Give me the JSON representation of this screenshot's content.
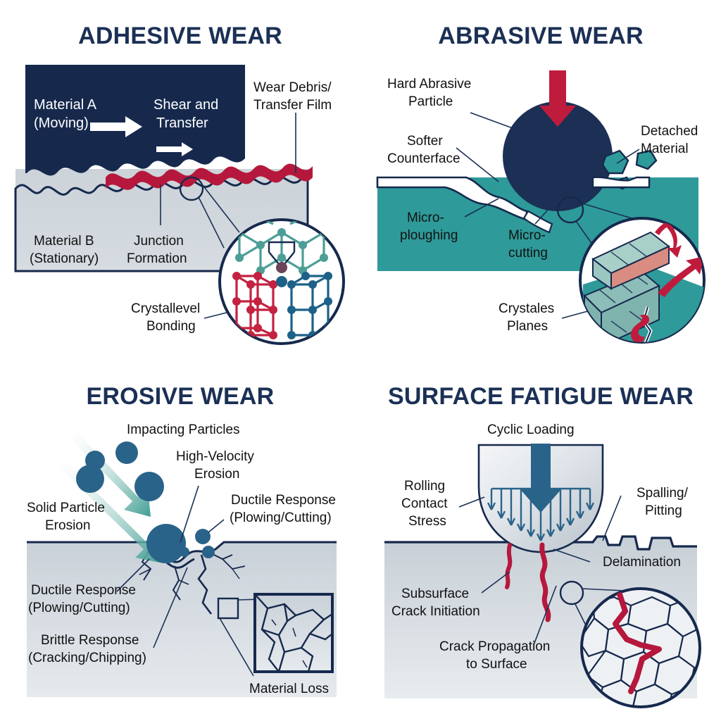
{
  "figure": {
    "description": "Four-panel technical infographic of wear mechanisms",
    "background_color": "#ffffff"
  },
  "colors": {
    "title_navy": "#1b3055",
    "dark_navy": "#16294d",
    "crimson": "#b5183c",
    "teal": "#2e9a99",
    "teal_light": "#8cbdb8",
    "steel_blue": "#2a6389",
    "grey_substrate": "#ccd3d9",
    "grey_light": "#e3e8ec",
    "outline": "#16294d",
    "arrow_white": "#ffffff",
    "accent_green": "#4aa396"
  },
  "panels": [
    {
      "id": "adhesive",
      "title": "ADHESIVE WEAR",
      "labels": {
        "material_a_line1": "Material A",
        "material_a_line2": "(Moving)",
        "shear_line1": "Shear and",
        "shear_line2": "Transfer",
        "debris_line1": "Wear Debris/",
        "debris_line2": "Transfer Film",
        "material_b_line1": "Material B",
        "material_b_line2": "(Stationary)",
        "junction_line1": "Junction",
        "junction_line2": "Formation",
        "crystal_line1": "Crystallevel",
        "crystal_line2": "Bonding"
      }
    },
    {
      "id": "abrasive",
      "title": "ABRASIVE WEAR",
      "labels": {
        "hard_particle_line1": "Hard Abrasive",
        "hard_particle_line2": "Particle",
        "softer_line1": "Softer",
        "softer_line2": "Counterface",
        "detached_line1": "Detached",
        "detached_line2": "Material",
        "ploughing_line1": "Micro-",
        "ploughing_line2": "ploughing",
        "cutting_line1": "Micro-",
        "cutting_line2": "cutting",
        "planes_line1": "Crystales",
        "planes_line2": "Planes"
      }
    },
    {
      "id": "erosive",
      "title": "EROSIVE WEAR",
      "labels": {
        "impacting": "Impacting Particles",
        "high_velocity_line1": "High-Velocity",
        "high_velocity_line2": "Erosion",
        "ductile_right_line1": "Ductile Response",
        "ductile_right_line2": "(Plowing/Cutting)",
        "solid_particle_line1": "Solid Particle",
        "solid_particle_line2": "Erosion",
        "ductile_left_line1": "Ductile Response",
        "ductile_left_line2": "(Plowing/Cutting)",
        "brittle_line1": "Brittle Response",
        "brittle_line2": "(Cracking/Chipping)",
        "material_loss": "Material Loss"
      }
    },
    {
      "id": "fatigue",
      "title": "SURFACE FATIGUE WEAR",
      "labels": {
        "cyclic_loading": "Cyclic Loading",
        "rolling_line1": "Rolling",
        "rolling_line2": "Contact",
        "rolling_line3": "Stress",
        "spalling_line1": "Spalling/",
        "spalling_line2": "Pitting",
        "delamination": "Delamination",
        "subsurface_line1": "Subsurface",
        "subsurface_line2": "Crack Initiation",
        "propagation_line1": "Crack Propagation",
        "propagation_line2": "to Surface"
      }
    }
  ]
}
